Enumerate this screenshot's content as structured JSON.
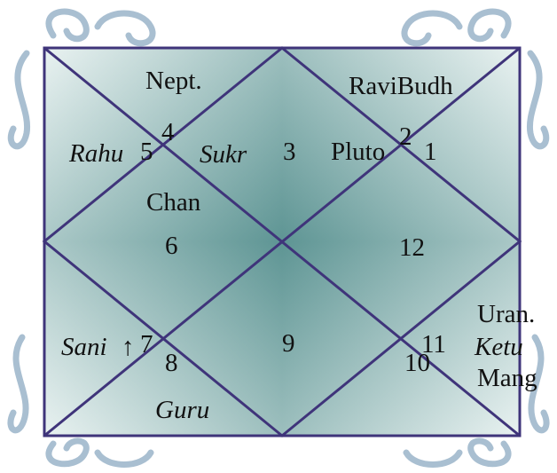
{
  "chart": {
    "house_numbers": [
      "1",
      "2",
      "3",
      "4",
      "5",
      "6",
      "7",
      "8",
      "9",
      "10",
      "11",
      "12"
    ],
    "planets": {
      "nept": "Nept.",
      "ravi_budh": "RaviBudh",
      "rahu": "Rahu",
      "sukr": "Sukr",
      "pluto": "Pluto",
      "chan": "Chan",
      "sani": "Sani",
      "sani_mark": "↑",
      "guru": "Guru",
      "uran": "Uran.",
      "ketu": "Ketu",
      "mang": "Mang"
    }
  },
  "colors": {
    "line": "#3f347a",
    "teal_dark": "#5e9594",
    "teal_light": "#e9f2f1",
    "ornament": "#a9bfd1"
  }
}
